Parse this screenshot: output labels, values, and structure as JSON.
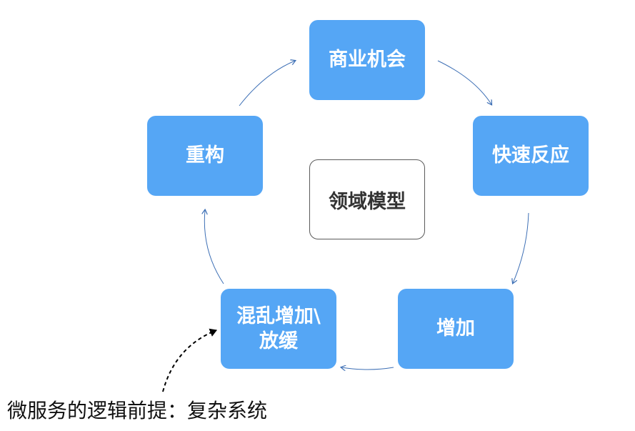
{
  "diagram": {
    "center": {
      "label": "领域模型"
    },
    "nodes": {
      "business_opportunity": "商业机会",
      "fast_response": "快速反应",
      "increase": "增加",
      "chaos_line1": "混乱增加\\",
      "chaos_line2": "放缓",
      "refactor": "重构"
    },
    "caption": "微服务的逻辑前提：复杂系统",
    "colors": {
      "node_fill": "#55a6f5",
      "node_text": "#ffffff",
      "arrow": "#3d6fb5",
      "center_border": "#5a5a5a"
    }
  }
}
